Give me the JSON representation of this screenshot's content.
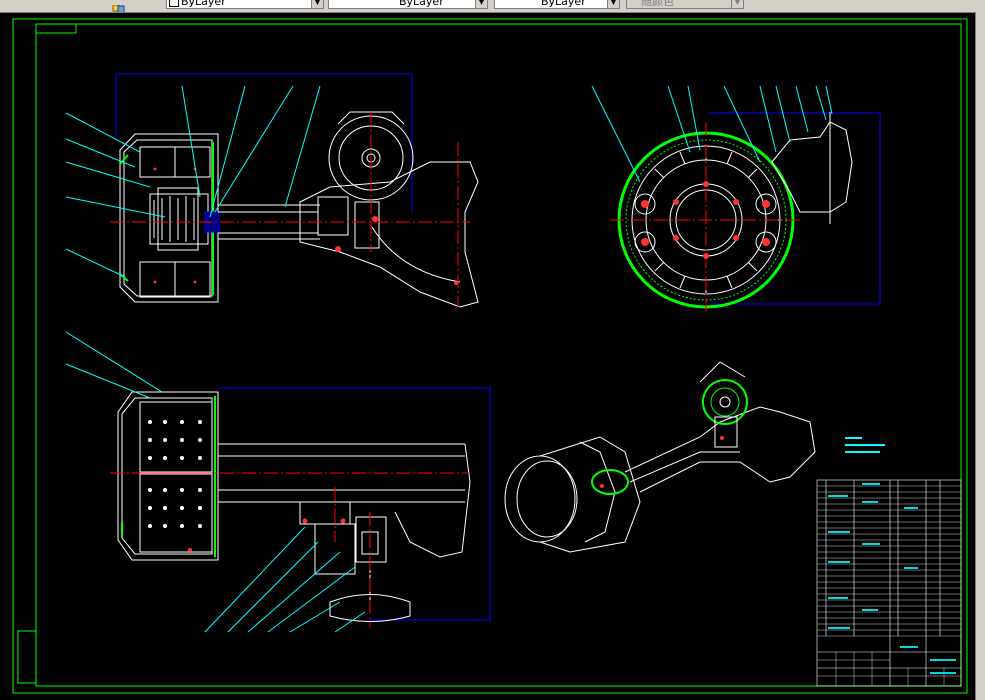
{
  "toolbar": {
    "combo_1": "ByLayer",
    "combo_2": "ByLayer",
    "combo_3": "ByLayer",
    "combo_4": "随颜色"
  },
  "drawing": {
    "colors": {
      "background": "#000000",
      "frame": "#00ff00",
      "lines": "#ffffff",
      "centerline": "#ff0000",
      "dimension": "#0000ff",
      "leader": "#00ffff",
      "highlight": "#00ff00",
      "hole": "#ff3333"
    }
  }
}
